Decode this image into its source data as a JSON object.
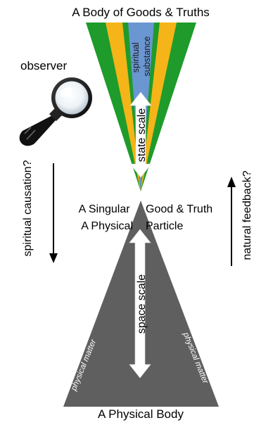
{
  "top_title": "A Body of Goods & Truths",
  "bottom_title": "A Physical Body",
  "observer_label": "observer",
  "left_center_label_line1": "A Singular",
  "left_center_label_line2": "A Physical",
  "right_center_label_line1": "Good & Truth",
  "right_center_label_line2": "Particle",
  "spiritual_label_line1": "spiritual",
  "spiritual_label_line2": "substance",
  "state_scale_label": "state scale",
  "space_scale_label": "space scale",
  "physical_matter_left": "physical matter",
  "physical_matter_right": "physical matter",
  "left_side_label": "spiritual causation?",
  "right_side_label": "natural feedback?",
  "colors": {
    "green": "#1e9b2a",
    "yellow": "#f5b418",
    "blue": "#6a96d2",
    "gray_triangle": "#5f5f5f",
    "arrow_white": "#ffffff",
    "text": "#000000"
  },
  "icons": {
    "observer": "magnifying-glass-icon",
    "down_arrow": "down-arrow-icon",
    "up_arrow": "up-arrow-icon"
  }
}
